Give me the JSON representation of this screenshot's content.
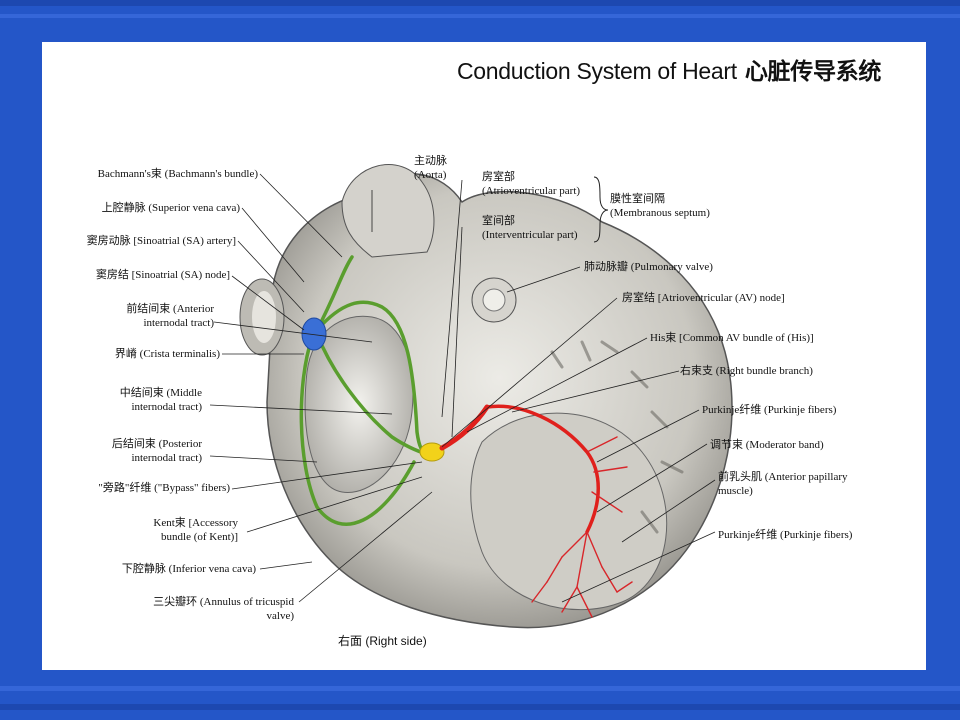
{
  "slide": {
    "title_en": "Conduction System of Heart",
    "title_cn": "心脏传导系统",
    "bottom_label": "右面 (Right side)"
  },
  "labels_left": [
    {
      "line1": "Bachmann's束 (Bachmann's bundle)",
      "line2": ""
    },
    {
      "line1": "上腔静脉 (Superior vena cava)",
      "line2": ""
    },
    {
      "line1": "窦房动脉 [Sinoatrial (SA) artery]",
      "line2": ""
    },
    {
      "line1": "窦房结 [Sinoatrial (SA) node]",
      "line2": ""
    },
    {
      "line1": "前结间束 (Anterior",
      "line2": "internodal tract)"
    },
    {
      "line1": "界嵴 (Crista terminalis)",
      "line2": ""
    },
    {
      "line1": "中结间束 (Middle",
      "line2": "internodal tract)"
    },
    {
      "line1": "后结间束 (Posterior",
      "line2": "internodal tract)"
    },
    {
      "line1": "\"旁路\"纤维 (\"Bypass\" fibers)",
      "line2": ""
    },
    {
      "line1": "Kent束 [Accessory",
      "line2": "bundle (of Kent)]"
    },
    {
      "line1": "下腔静脉 (Inferior vena cava)",
      "line2": ""
    },
    {
      "line1": "三尖瓣环 (Annulus of tricuspid",
      "line2": "valve)"
    }
  ],
  "labels_top": [
    {
      "line1": "主动脉",
      "line2": "(Aorta)"
    },
    {
      "line1": "房室部",
      "line2": "(Atrioventricular part)"
    },
    {
      "line1": "室间部",
      "line2": "(Interventricular part)"
    },
    {
      "line1": "膜性室间隔",
      "line2": "(Membranous septum)"
    }
  ],
  "labels_right": [
    {
      "line1": "肺动脉瓣 (Pulmonary valve)",
      "line2": ""
    },
    {
      "line1": "房室结 [Atrioventricular (AV) node]",
      "line2": ""
    },
    {
      "line1": "His束 [Common AV bundle of (His)]",
      "line2": ""
    },
    {
      "line1": "右束支 (Right bundle branch)",
      "line2": ""
    },
    {
      "line1": "Purkinje纤维 (Purkinje fibers)",
      "line2": ""
    },
    {
      "line1": "调节束 (Moderator band)",
      "line2": ""
    },
    {
      "line1": "前乳头肌 (Anterior papillary",
      "line2": "muscle)"
    },
    {
      "line1": "Purkinje纤维 (Purkinje fibers)",
      "line2": ""
    }
  ],
  "colors": {
    "background": "#2456c8",
    "slide": "#ffffff",
    "conduction_green": "#5a9e2e",
    "his_red": "#e0201c",
    "av_node_yellow": "#f2d21a",
    "sa_node_blue": "#3a6fd6"
  }
}
